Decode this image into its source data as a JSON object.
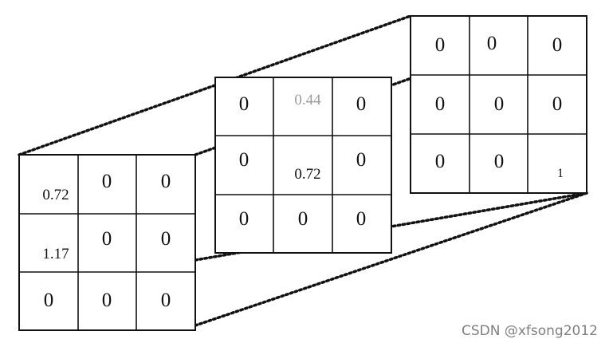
{
  "matrices": [
    {
      "name": "front",
      "rows": [
        [
          "0.72",
          "0",
          "0"
        ],
        [
          "1.17",
          "0",
          "0"
        ],
        [
          "0",
          "0",
          "0"
        ]
      ]
    },
    {
      "name": "middle",
      "rows": [
        [
          "0",
          "0.44",
          "0"
        ],
        [
          "0",
          "0.72",
          "0"
        ],
        [
          "0",
          "0",
          "0"
        ]
      ]
    },
    {
      "name": "back",
      "rows": [
        [
          "0",
          "0",
          "0"
        ],
        [
          "0",
          "0",
          "0"
        ],
        [
          "0",
          "0",
          "1"
        ]
      ]
    }
  ],
  "watermark": "CSDN @xfsong2012",
  "colors": {
    "grid": "#111111",
    "faded_text": "#9a9a9a",
    "watermark": "#7f7f7f"
  }
}
